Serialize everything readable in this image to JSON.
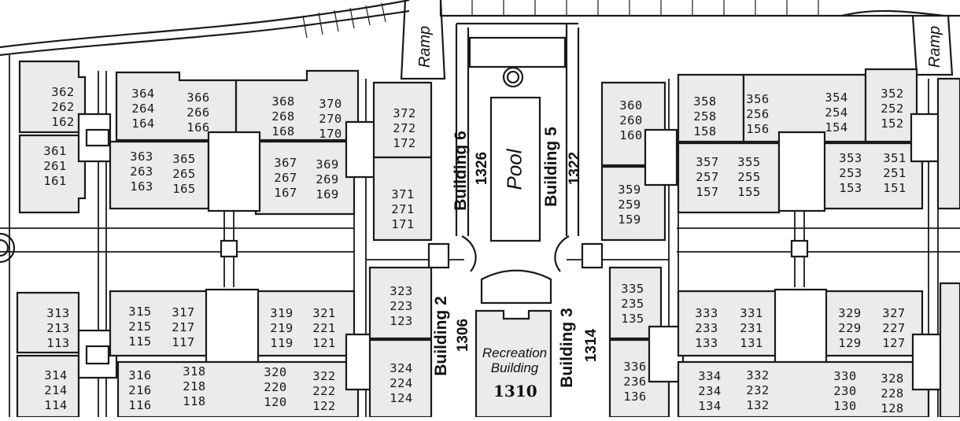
{
  "map": {
    "units": [
      {
        "lines": [
          "362",
          "262",
          "162"
        ]
      },
      {
        "lines": [
          "361",
          "261",
          "161"
        ]
      },
      {
        "lines": [
          "364",
          "264",
          "164"
        ]
      },
      {
        "lines": [
          "366",
          "266",
          "166"
        ]
      },
      {
        "lines": [
          "368",
          "268",
          "168"
        ]
      },
      {
        "lines": [
          "370",
          "270",
          "170"
        ]
      },
      {
        "lines": [
          "363",
          "263",
          "163"
        ]
      },
      {
        "lines": [
          "365",
          "265",
          "165"
        ]
      },
      {
        "lines": [
          "367",
          "267",
          "167"
        ]
      },
      {
        "lines": [
          "369",
          "269",
          "169"
        ]
      },
      {
        "lines": [
          "372",
          "272",
          "172"
        ]
      },
      {
        "lines": [
          "371",
          "271",
          "171"
        ]
      },
      {
        "lines": [
          "360",
          "260",
          "160"
        ]
      },
      {
        "lines": [
          "359",
          "259",
          "159"
        ]
      },
      {
        "lines": [
          "358",
          "258",
          "158"
        ]
      },
      {
        "lines": [
          "356",
          "256",
          "156"
        ]
      },
      {
        "lines": [
          "354",
          "254",
          "154"
        ]
      },
      {
        "lines": [
          "352",
          "252",
          "152"
        ]
      },
      {
        "lines": [
          "357",
          "257",
          "157"
        ]
      },
      {
        "lines": [
          "355",
          "255",
          "155"
        ]
      },
      {
        "lines": [
          "353",
          "253",
          "153"
        ]
      },
      {
        "lines": [
          "351",
          "251",
          "151"
        ]
      },
      {
        "lines": [
          "313",
          "213",
          "113"
        ]
      },
      {
        "lines": [
          "315",
          "215",
          "115"
        ]
      },
      {
        "lines": [
          "317",
          "217",
          "117"
        ]
      },
      {
        "lines": [
          "319",
          "219",
          "119"
        ]
      },
      {
        "lines": [
          "321",
          "221",
          "121"
        ]
      },
      {
        "lines": [
          "314",
          "214",
          "114"
        ]
      },
      {
        "lines": [
          "316",
          "216",
          "116"
        ]
      },
      {
        "lines": [
          "318",
          "218",
          "118"
        ]
      },
      {
        "lines": [
          "320",
          "220",
          "120"
        ]
      },
      {
        "lines": [
          "322",
          "222",
          "122"
        ]
      },
      {
        "lines": [
          "323",
          "223",
          "123"
        ]
      },
      {
        "lines": [
          "324",
          "224",
          "124"
        ]
      },
      {
        "lines": [
          "335",
          "235",
          "135"
        ]
      },
      {
        "lines": [
          "336",
          "236",
          "136"
        ]
      },
      {
        "lines": [
          "333",
          "233",
          "133"
        ]
      },
      {
        "lines": [
          "331",
          "231",
          "131"
        ]
      },
      {
        "lines": [
          "329",
          "229",
          "129"
        ]
      },
      {
        "lines": [
          "327",
          "227",
          "127"
        ]
      },
      {
        "lines": [
          "334",
          "234",
          "134"
        ]
      },
      {
        "lines": [
          "332",
          "232",
          "132"
        ]
      },
      {
        "lines": [
          "330",
          "230",
          "130"
        ]
      },
      {
        "lines": [
          "328",
          "228",
          "128"
        ]
      }
    ],
    "buildings": {
      "b6": {
        "name": "Building 6",
        "number": "1326"
      },
      "b5": {
        "name": "Building 5",
        "number": "1322"
      },
      "b2": {
        "name": "Building 2",
        "number": "1306"
      },
      "b3": {
        "name": "Building 3",
        "number": "1314"
      }
    },
    "ramp_left": "Ramp",
    "ramp_right": "Ramp",
    "pool": "Pool",
    "recreation": {
      "line1": "Recreation",
      "line2": "Building",
      "number": "1310"
    }
  }
}
